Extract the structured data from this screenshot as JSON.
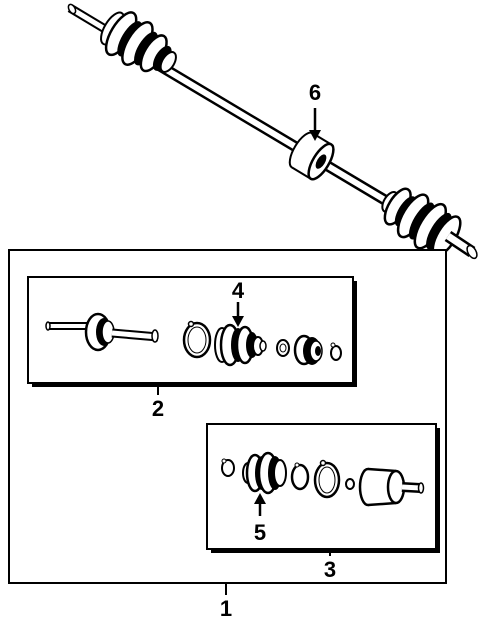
{
  "diagram": {
    "callouts": {
      "c1": "1",
      "c2": "2",
      "c3": "3",
      "c4": "4",
      "c5": "5",
      "c6": "6"
    },
    "colors": {
      "line": "#000000",
      "background": "#ffffff",
      "shadow": "#000000"
    }
  }
}
